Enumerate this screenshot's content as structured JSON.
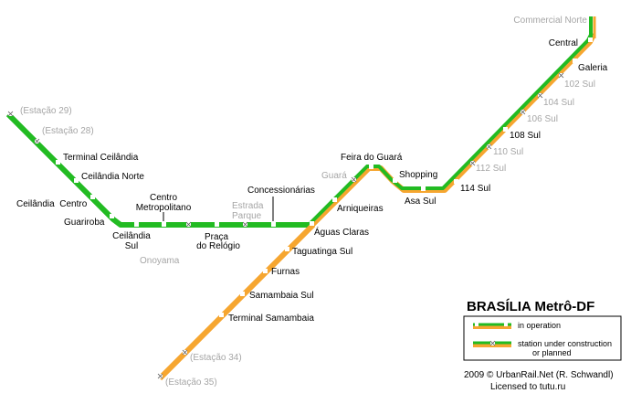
{
  "colors": {
    "line_green": "#22bb22",
    "line_orange": "#f6a630",
    "station_fill": "#ffffff",
    "planned_text": "#a6a6a6"
  },
  "map": {
    "title": "BRASÍLIA Metrô-DF",
    "legend": {
      "in_operation": "in operation",
      "under_construction_line1": "station under construction",
      "under_construction_line2": "or planned"
    },
    "credit_line1": "2009 © UrbanRail.Net (R. Schwandl)",
    "credit_line2": "Licensed to tutu.ru",
    "labels": {
      "commercial_norte": "Commercial Norte",
      "central": "Central",
      "galeria": "Galeria",
      "s102_sul": "102 Sul",
      "s104_sul": "104 Sul",
      "s106_sul": "106 Sul",
      "s108_sul": "108 Sul",
      "s110_sul": "110 Sul",
      "s112_sul": "112 Sul",
      "s114_sul": "114 Sul",
      "asa_sul": "Asa Sul",
      "shopping": "Shopping",
      "feira_do_guara": "Feira do Guará",
      "guara": "Guará",
      "arniqueiras": "Arniqueiras",
      "aguas_claras": "Águas Claras",
      "concessionarias": "Concessionárias",
      "estrada_parque_1": "Estrada",
      "estrada_parque_2": "Parque",
      "praca_do_relogio_1": "Praça",
      "praca_do_relogio_2": "do Relógio",
      "centro_metropolitano_1": "Centro",
      "centro_metropolitano_2": "Metropolitano",
      "onoyama": "Onoyama",
      "ceilandia_sul_1": "Ceilândia",
      "ceilandia_sul_2": "Sul",
      "guariroba": "Guariroba",
      "ceilandia_centro": "Ceilândia  Centro",
      "ceilandia_norte": "Ceilândia Norte",
      "terminal_ceilandia": "Terminal Ceilândia",
      "estacao_28": "(Estação 28)",
      "estacao_29": "(Estação 29)",
      "taguatinga_sul": "Taguatinga Sul",
      "furnas": "Furnas",
      "samambaia_sul": "Samambaia Sul",
      "terminal_samambaia": "Terminal Samambaia",
      "estacao_34": "(Estação 34)",
      "estacao_35": "(Estação 35)"
    }
  }
}
